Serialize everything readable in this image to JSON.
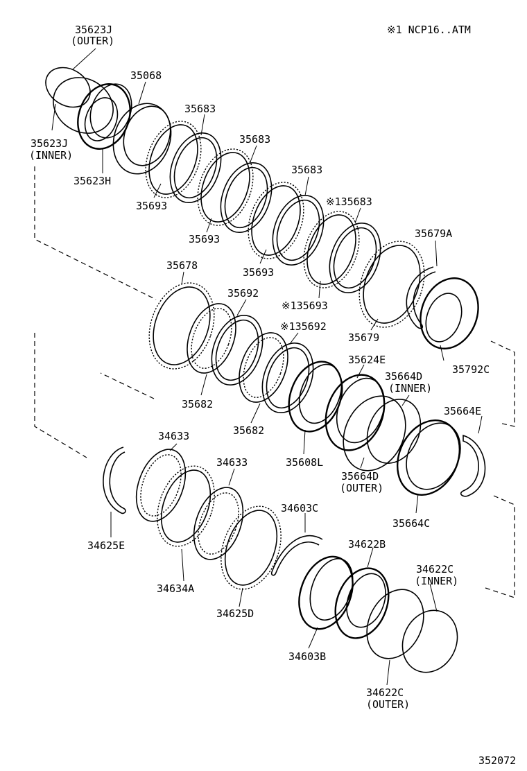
{
  "header_note": "※1 NCP16..ATM",
  "figure_code": "352072",
  "labels": {
    "l35623J_outer": "35623J",
    "l35623J_outer_sub": "(OUTER)",
    "l35068": "35068",
    "l35623J_inner": "35623J",
    "l35623J_inner_sub": "(INNER)",
    "l35623H": "35623H",
    "l35683_a": "35683",
    "l35683_b": "35683",
    "l35683_c": "35683",
    "l35683_d": "※135683",
    "l35693_a": "35693",
    "l35693_b": "35693",
    "l35693_c": "35693",
    "l35693_d": "※135693",
    "l35679A": "35679A",
    "l35679": "35679",
    "l35678": "35678",
    "l35692_a": "35692",
    "l35692_b": "※135692",
    "l35624E": "35624E",
    "l35792C": "35792C",
    "l35682_a": "35682",
    "l35682_b": "35682",
    "l35664D_inner": "35664D",
    "l35664D_inner_sub": "(INNER)",
    "l35664E": "35664E",
    "l35608L": "35608L",
    "l35664D_outer": "35664D",
    "l35664D_outer_sub": "(OUTER)",
    "l35664C": "35664C",
    "l34633_a": "34633",
    "l34633_b": "34633",
    "l34603C": "34603C",
    "l34625E": "34625E",
    "l34634A": "34634A",
    "l34625D": "34625D",
    "l34622B": "34622B",
    "l34622C_inner": "34622C",
    "l34622C_inner_sub": "(INNER)",
    "l34603B": "34603B",
    "l34622C_outer": "34622C",
    "l34622C_outer_sub": "(OUTER)"
  }
}
